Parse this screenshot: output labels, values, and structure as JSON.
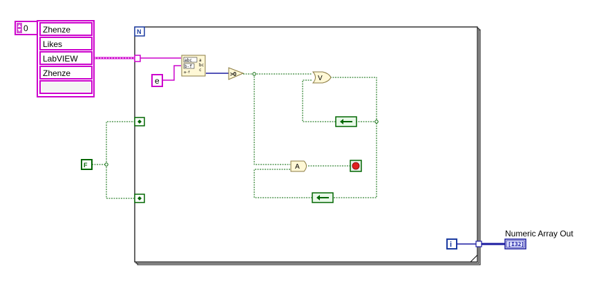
{
  "array_constant": {
    "index": "0",
    "elements": [
      "Zhenze",
      "Likes",
      "LabVIEW",
      "Zhenze",
      ""
    ]
  },
  "string_constant": {
    "value": "e"
  },
  "boolean_constant": {
    "value": "F"
  },
  "loop": {
    "count_terminal": "N",
    "iteration_terminal": "i"
  },
  "compare_node": {
    "label": ">0"
  },
  "or_node": {
    "label": "V"
  },
  "and_node": {
    "label": "A"
  },
  "output_indicator": {
    "label": "Numeric Array Out",
    "type": "I32"
  },
  "colors": {
    "string_wire": "#cc00cc",
    "boolean_wire": "#006600",
    "numeric_wire": "#0000aa",
    "structure_border": "#000000",
    "node_fill": "#fff8d6"
  },
  "icons": {
    "match_pattern": "match-pattern-icon",
    "shift_register": "shift-register-icon",
    "stop": "stop-terminal-icon"
  }
}
